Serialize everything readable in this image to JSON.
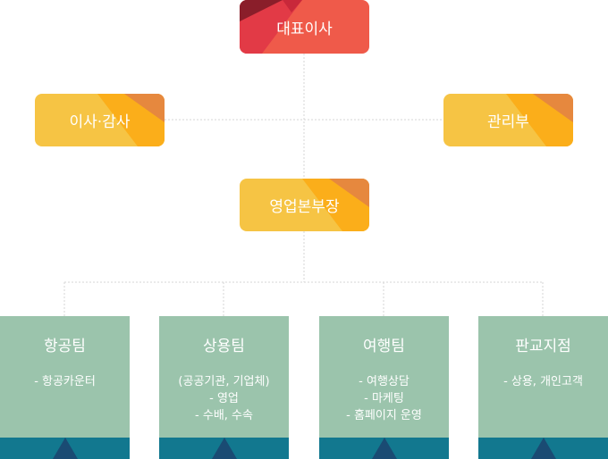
{
  "org": {
    "ceo": "대표이사",
    "audit": "이사·감사",
    "admin": "관리부",
    "sales_head": "영업본부장",
    "teams": [
      {
        "title": "항공팀",
        "items": [
          "- 항공카운터"
        ]
      },
      {
        "title": "상용팀",
        "items": [
          "(공공기관, 기업체)",
          "- 영업",
          "- 수배, 수속"
        ]
      },
      {
        "title": "여행팀",
        "items": [
          "- 여행상담",
          "- 마케팅",
          "- 홈페이지 운영"
        ]
      },
      {
        "title": "판교지점",
        "items": [
          "- 상용, 개인고객"
        ]
      }
    ]
  },
  "colors": {
    "ceo": "#ef5a4a",
    "mid": "#f6c444",
    "team": "#9bc4ac",
    "band": "#12788f",
    "marker": "#1a4b73",
    "connector": "#d6d6d6"
  }
}
